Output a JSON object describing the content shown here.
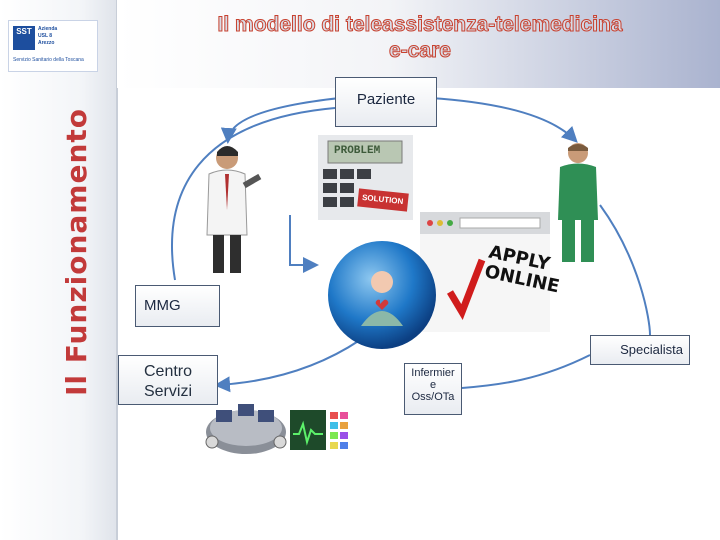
{
  "logo": {
    "mark": "SST",
    "lines": [
      "Azienda",
      "USL 8",
      "Arezzo"
    ],
    "foot": "Servizio Sanitario della Toscana"
  },
  "vertical_title": "Il Funzionamento",
  "title": {
    "line1": "Il modello di teleassistenza-telemedicina",
    "line2": "e-care"
  },
  "nodes": {
    "paziente": "Paziente",
    "mmg": "MMG",
    "specialista": "Specialista",
    "centro": {
      "line1": "Centro",
      "line2": "Servizi"
    },
    "infermiere": {
      "line1": "Infermier",
      "line2": "e",
      "line3": "Oss/OTa"
    }
  },
  "images": {
    "calculator_keys": [
      "PROBLEM",
      "SOLUTION"
    ],
    "apply": {
      "line1": "APPLY",
      "line2": "ONLINE"
    }
  },
  "colors": {
    "arrow": "#4f7fc0",
    "title_stroke": "#c8412f",
    "vertical_title": "#c23a3a"
  }
}
